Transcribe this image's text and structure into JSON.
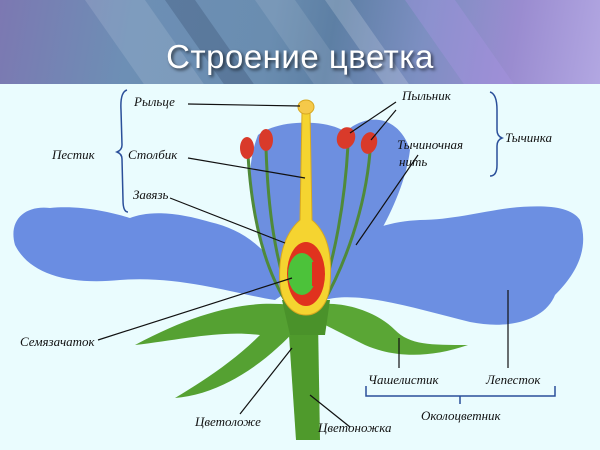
{
  "header": {
    "title": "Строение цветка"
  },
  "labels": {
    "stigma": "Рыльце",
    "style": "Столбик",
    "ovary": "Завязь",
    "pistil": "Пестик",
    "ovule": "Семязачаток",
    "anther": "Пыльник",
    "filament_line1": "Тычиночная",
    "filament_line2": "нить",
    "stamen": "Тычинка",
    "sepal": "Чашелистик",
    "petal": "Лепесток",
    "perianth": "Околоцветник",
    "receptacle": "Цветоложе",
    "pedicel": "Цветоножка"
  },
  "colors": {
    "petal": "#6b8fe0",
    "leaf": "#4f9a2c",
    "pistil_yellow": "#f5d430",
    "ovary_red": "#e0321e",
    "ovule_green": "#4cc23a",
    "anther_red": "#d93a2a",
    "bracket": "#2a4f9a"
  }
}
